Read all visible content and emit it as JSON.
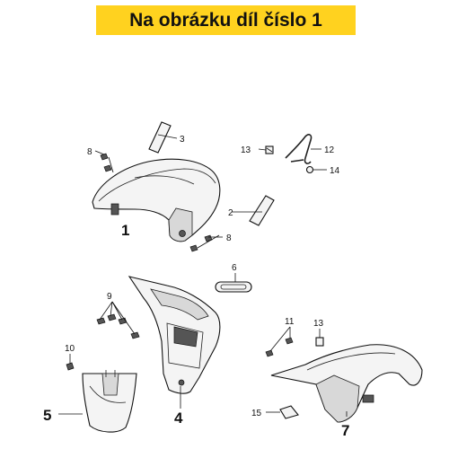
{
  "banner": {
    "text": "Na obrázku díl číslo 1",
    "color": "#ffd21f"
  },
  "callouts": [
    "1",
    "2",
    "3",
    "4",
    "5",
    "6",
    "7",
    "8",
    "8",
    "9",
    "10",
    "11",
    "12",
    "13",
    "13",
    "14",
    "15"
  ],
  "highlight_part": "1"
}
